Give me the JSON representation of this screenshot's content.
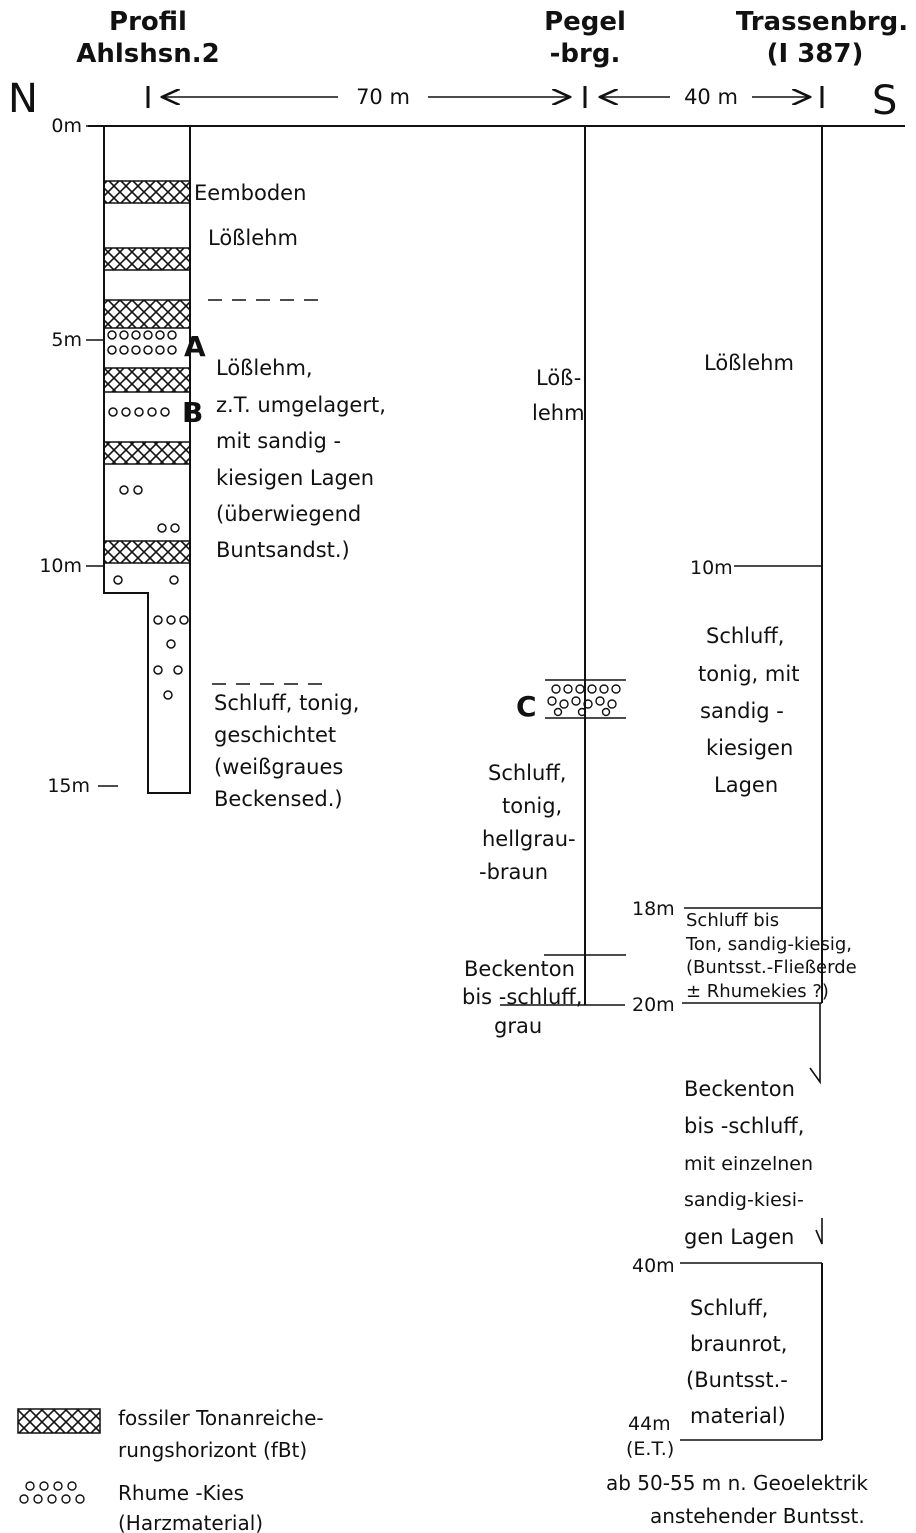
{
  "headers": {
    "profile1": [
      "Profil",
      "Ahlshsn.2"
    ],
    "profile2": [
      "Pegel",
      "-brg."
    ],
    "profile3": [
      "Trassenbrg.",
      "(I 387)"
    ],
    "north": "N",
    "south": "S"
  },
  "distances": {
    "d1": "70 m",
    "d2": "40 m"
  },
  "profile1": {
    "depths": [
      "0m",
      "5m",
      "10m",
      "15m"
    ],
    "markers": [
      "A",
      "B"
    ],
    "eemboden": "Eemboden",
    "loesslehm_top": "Lößlehm",
    "middle_text": [
      "Lößlehm,",
      "z.T. umgelagert,",
      "mit sandig -",
      "kiesigen Lagen",
      "(überwiegend",
      "Buntsandst.)"
    ],
    "bottom_text": [
      "Schluff, tonig,",
      "geschichtet",
      "(weißgraues",
      "Beckensed.)"
    ]
  },
  "profile2": {
    "loess": [
      "Löß-",
      "lehm"
    ],
    "marker": "C",
    "schluff": [
      "Schluff,",
      "tonig,",
      "hellgrau-",
      "-braun"
    ],
    "beckenton": [
      "Beckenton",
      "bis -schluff,",
      "grau"
    ]
  },
  "profile3": {
    "loess": "Lößlehm",
    "depths": [
      "10m",
      "18m",
      "20m",
      "40m",
      "44m"
    ],
    "et": "(E.T.)",
    "schluff1": [
      "Schluff,",
      "tonig, mit",
      "sandig -",
      "kiesigen",
      "Lagen"
    ],
    "schluff2": [
      "Schluff bis",
      "Ton, sandig-kiesig,",
      "(Buntsst.-Fließerde",
      "± Rhumekies ?)"
    ],
    "beckenton": [
      "Beckenton",
      "bis -schluff,",
      "mit einzelnen",
      "sandig-kiesi-",
      "gen Lagen"
    ],
    "schluff3": [
      "Schluff,",
      "braunrot,",
      "(Buntsst.-",
      "material)"
    ],
    "footer": [
      "ab 50-55 m n. Geoelektrik",
      "anstehender Buntsst."
    ]
  },
  "legend": {
    "item1": [
      "fossiler Tonanreiche-",
      "rungshorizont (fBt)"
    ],
    "item2": [
      "Rhume -Kies",
      "(Harzmaterial)"
    ]
  },
  "colors": {
    "ink": "#111111",
    "paper": "#ffffff"
  }
}
